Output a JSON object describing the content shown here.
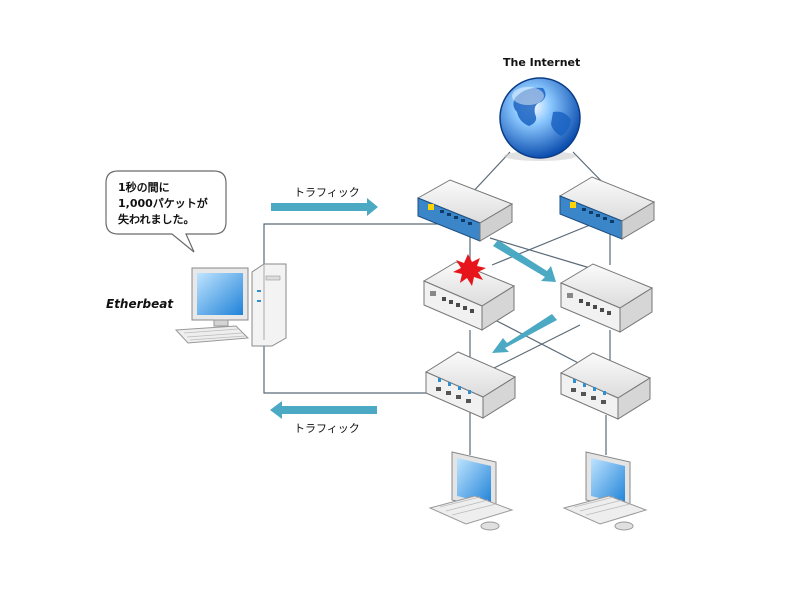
{
  "internet": {
    "label": "The Internet"
  },
  "traffic": {
    "top_label": "トラフィック",
    "bottom_label": "トラフィック"
  },
  "pc": {
    "label": "Etherbeat"
  },
  "callout": {
    "lines": [
      "1秒の間に",
      "1,000パケットが",
      "失われました。"
    ]
  },
  "colors": {
    "arrow": "#4ca9c4",
    "switch_blue": "#3b86c8",
    "wire": "#5a6a78",
    "burst": "#e8141c",
    "globe": "#1e6fd0"
  },
  "icons": [
    "globe-icon",
    "router-icon",
    "switch-icon",
    "desktop-computer-icon",
    "keyboard-icon",
    "monitor-icon",
    "burst-icon"
  ]
}
